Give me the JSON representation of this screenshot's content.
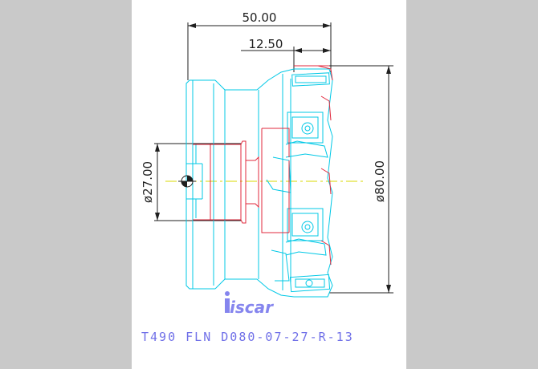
{
  "drawing": {
    "dimensions": {
      "overall_length": "50.00",
      "insert_length": "12.50",
      "bore_diameter": "ø27.00",
      "cutter_diameter": "ø80.00"
    },
    "logo_text": "iscar",
    "part_code": "T490 FLN D080-07-27-R-13"
  },
  "colors": {
    "background": "#c9c9c9",
    "sheet": "#ffffff",
    "outline": "#00c8e6",
    "hidden": "#e0283c",
    "centerline": "#d8d800",
    "dimension": "#1f1f1f",
    "caption": "#7070e8"
  },
  "icons": {
    "center_mark": "crosshair-circle",
    "insert_screw": "screw-circle"
  }
}
